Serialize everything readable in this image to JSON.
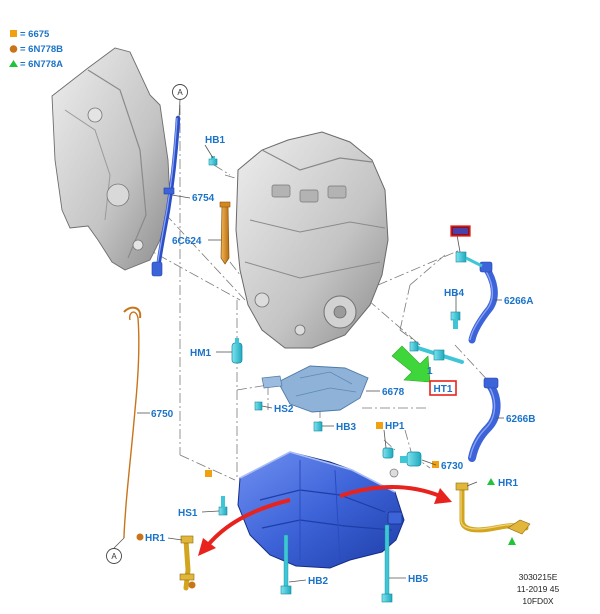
{
  "legend": [
    {
      "symbol": "square",
      "color": "#f0a010",
      "text": "= 6675"
    },
    {
      "symbol": "circle",
      "color": "#c8741a",
      "text": "= 6N778B"
    },
    {
      "symbol": "triangle",
      "color": "#22c33a",
      "text": "= 6N778A"
    }
  ],
  "callouts": {
    "a_top": "A",
    "a_bottom": "A",
    "hb1": "HB1",
    "p6754": "6754",
    "p6c624": "6C624",
    "hm1": "HM1",
    "p6750": "6750",
    "hb4": "HB4",
    "p6266a": "6266A",
    "h_mid": "1",
    "ht1": "HT1",
    "p6266b": "6266B",
    "p6678": "6678",
    "hs2": "HS2",
    "hb3": "HB3",
    "hp1": "HP1",
    "p6730": "6730",
    "hr1_right": "HR1",
    "hs1": "HS1",
    "hr1_left": "HR1",
    "hb2": "HB2",
    "hb5": "HB5"
  },
  "reference": {
    "line1": "3030215E",
    "line2": "11-2019 45",
    "line3": "10FD0X"
  },
  "colors": {
    "part_blue": "#3d63d8",
    "hardware_cyan": "#3fc6d6",
    "label_blue": "#1a73c9",
    "arrow_red": "#e8231d",
    "arrow_green": "#3ed63a",
    "highlight_red": "#e8231d",
    "casting_gray": "#c9c9c9",
    "orange_part": "#d2871f"
  }
}
